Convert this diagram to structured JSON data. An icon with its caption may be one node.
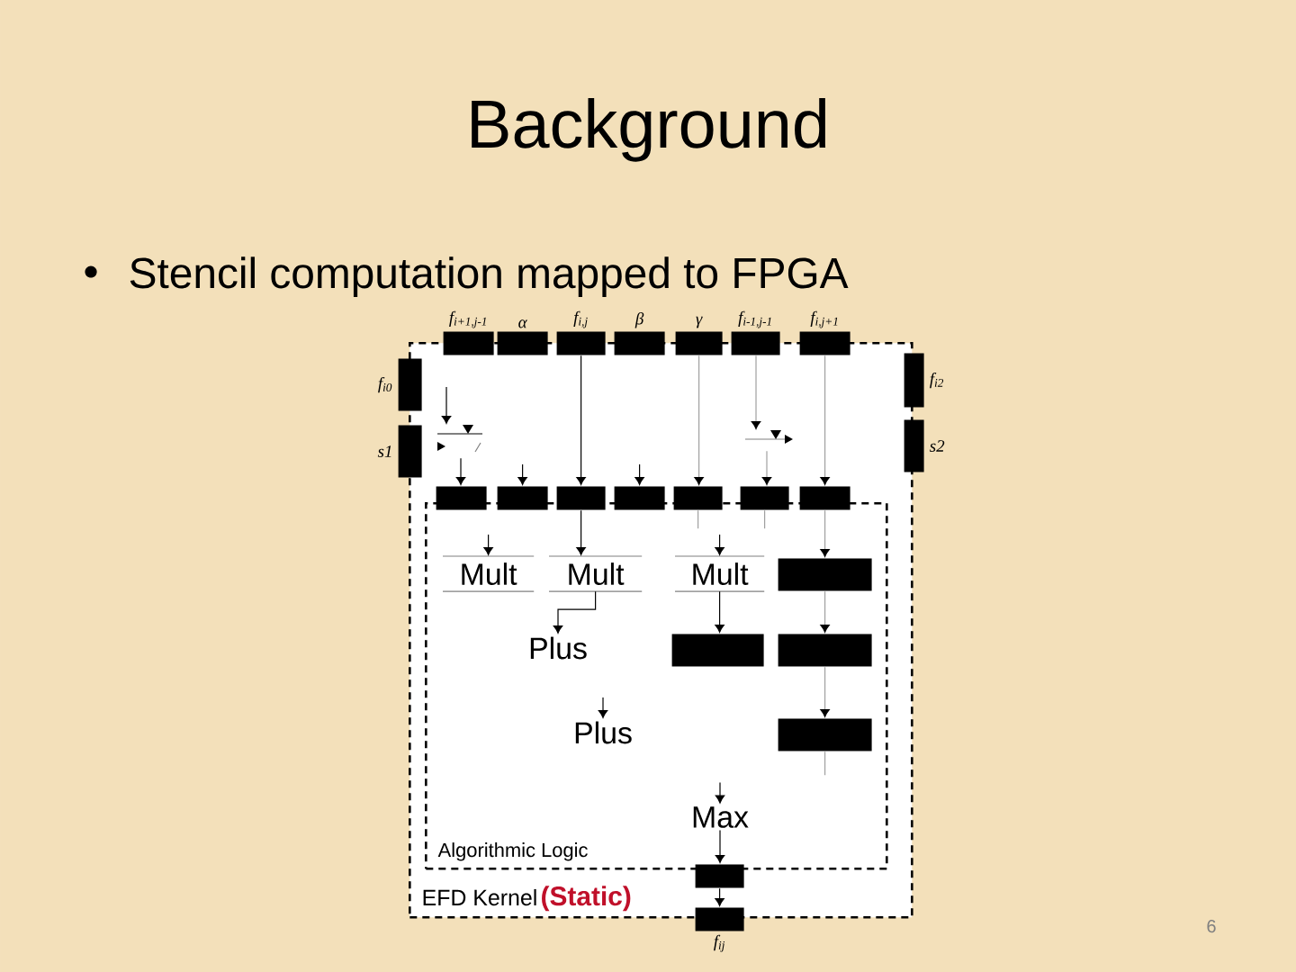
{
  "diagram": {
    "title": "Background",
    "nodes": [
      {
        "text": [
          "EFD Kernel",
          "(Static)"
        ]
      },
      {
        "text": [
          "Algorithmic Logic"
        ],
        "in": 0
      },
      {
        "text": [],
        "shape": "box",
        "beside": [
          "f$_{i+1,j-1}$"
        ]
      },
      {
        "text": [],
        "shape": "box",
        "beside": [
          "α"
        ]
      },
      {
        "text": [],
        "shape": "box",
        "beside": [
          "f$_{i,j}$"
        ]
      },
      {
        "text": [],
        "shape": "box",
        "beside": [
          "β"
        ]
      },
      {
        "text": [],
        "shape": "box",
        "beside": [
          "γ"
        ]
      },
      {
        "text": [],
        "shape": "box",
        "beside": [
          "f$_{i-1,j-1}$"
        ]
      },
      {
        "text": [],
        "shape": "box",
        "beside": [
          "f$_{i,j+1}$"
        ]
      },
      {
        "text": [],
        "shape": "box",
        "beside": [
          "f$_{i0}$"
        ]
      },
      {
        "text": [],
        "shape": "box",
        "beside": [
          "s1"
        ]
      },
      {
        "text": [],
        "shape": "box",
        "beside": [
          "f$_{i2}$"
        ]
      },
      {
        "text": [],
        "shape": "box",
        "beside": [
          "s2"
        ]
      },
      {
        "text": [],
        "shape": "box",
        "in": 0
      },
      {
        "text": [],
        "shape": "box",
        "in": 0
      },
      {
        "text": [],
        "shape": "box",
        "in": 0
      },
      {
        "text": [],
        "shape": "box",
        "in": 0
      },
      {
        "text": [],
        "shape": "box",
        "in": 0
      },
      {
        "text": [],
        "shape": "box",
        "in": 0
      },
      {
        "text": [],
        "shape": "box",
        "in": 0
      },
      {
        "text": [
          "Mult"
        ],
        "in": 1
      },
      {
        "text": [
          "Mult"
        ],
        "in": 1
      },
      {
        "text": [
          "Mult"
        ],
        "in": 1
      },
      {
        "text": [],
        "shape": "box",
        "in": 1
      },
      {
        "text": [
          "Plus"
        ],
        "in": 1
      },
      {
        "text": [],
        "shape": "box",
        "in": 1
      },
      {
        "text": [],
        "shape": "box",
        "in": 1
      },
      {
        "text": [
          "Plus"
        ],
        "in": 1
      },
      {
        "text": [],
        "shape": "box",
        "in": 1
      },
      {
        "text": [
          "Max"
        ],
        "in": 1
      },
      {
        "text": [],
        "shape": "box",
        "in": 0
      },
      {
        "text": [],
        "shape": "box",
        "beside": [
          "f$_{ij}$"
        ]
      },
      {
        "text": [],
        "shape": "picture",
        "in": 0
      },
      {
        "text": [],
        "shape": "picture",
        "in": 0
      }
    ],
    "edges": [
      {
        "from": 4,
        "to": 15,
        "arrow": "to"
      },
      {
        "from": 6,
        "to": 17,
        "arrow": "to",
        "color": "#a0a0a0"
      },
      {
        "from": 7,
        "to": 33,
        "arrow": "to",
        "color": "#a0a0a0"
      },
      {
        "from": 33,
        "to": 18,
        "arrow": "to",
        "color": "#a0a0a0"
      },
      {
        "from": 8,
        "to": 19,
        "arrow": "to",
        "color": "#a0a0a0"
      },
      {
        "from": null,
        "to": 32,
        "arrow": "to"
      },
      {
        "from": 32,
        "to": 13,
        "arrow": "to"
      },
      {
        "from": null,
        "to": 14,
        "arrow": "to"
      },
      {
        "from": null,
        "to": 16,
        "arrow": "to"
      },
      {
        "from": 15,
        "to": 21,
        "arrow": "to"
      },
      {
        "from": 17,
        "to": null,
        "arrow": "none",
        "color": "#a0a0a0"
      },
      {
        "from": 18,
        "to": null,
        "arrow": "none",
        "color": "#a0a0a0"
      },
      {
        "from": null,
        "to": 20,
        "arrow": "to"
      },
      {
        "from": null,
        "to": 22,
        "arrow": "to"
      },
      {
        "from": 19,
        "to": 23,
        "arrow": "to",
        "color": "#a0a0a0"
      },
      {
        "from": 21,
        "to": 24,
        "arrow": "to"
      },
      {
        "from": 22,
        "to": 25,
        "arrow": "to"
      },
      {
        "from": 23,
        "to": 26,
        "arrow": "to",
        "color": "#a0a0a0"
      },
      {
        "from": null,
        "to": 27,
        "arrow": "to"
      },
      {
        "from": 26,
        "to": 28,
        "arrow": "to",
        "color": "#a0a0a0"
      },
      {
        "from": 28,
        "to": null,
        "arrow": "none",
        "color": "#a0a0a0"
      },
      {
        "from": null,
        "to": 29,
        "arrow": "to"
      },
      {
        "from": 29,
        "to": 30,
        "arrow": "to"
      },
      {
        "from": 30,
        "to": 31,
        "arrow": "to"
      }
    ],
    "labels": [
      "Stencil computation mapped to FPGA",
      "6"
    ]
  }
}
